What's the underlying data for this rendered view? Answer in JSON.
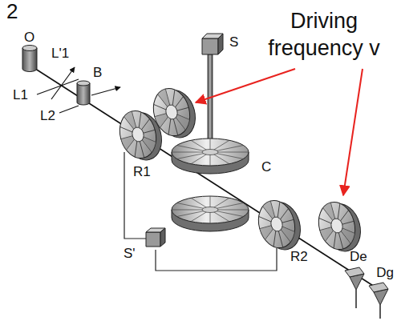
{
  "diagram": {
    "labels": [
      "2",
      "Driving frequency v",
      "O",
      "L'1",
      "L1",
      "L2",
      "B",
      "S",
      "C",
      "R1",
      "S'",
      "R2",
      "De",
      "Dg"
    ]
  }
}
